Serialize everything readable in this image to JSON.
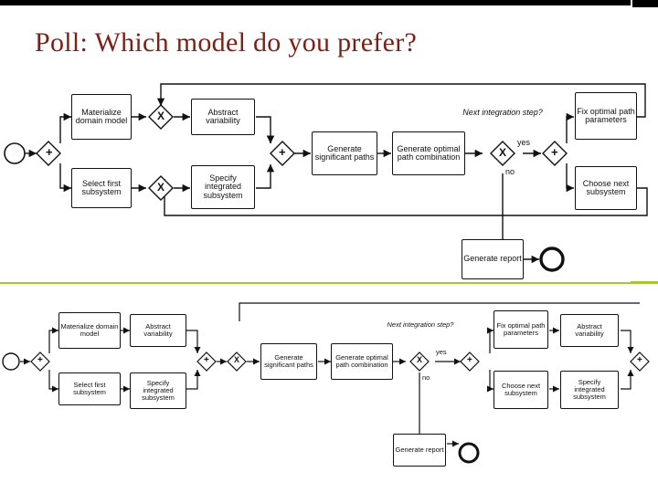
{
  "slide": {
    "title": "Poll: Which model do you prefer?",
    "title_color": "#7b2218",
    "bar_color": "#000000",
    "divider_color": "#a8c43a"
  },
  "diagram": {
    "type": "bpmn-process-flow",
    "variants": [
      {
        "name": "variant-top",
        "scale": "large",
        "nodes": [
          {
            "id": "start",
            "type": "start-event",
            "label": ""
          },
          {
            "id": "gw1",
            "type": "parallel-gateway",
            "label": "+"
          },
          {
            "id": "t1",
            "type": "task",
            "label": "Materialize domain model"
          },
          {
            "id": "t2",
            "type": "task",
            "label": "Select first subsystem"
          },
          {
            "id": "gw2",
            "type": "exclusive-gateway",
            "label": "X"
          },
          {
            "id": "gw3",
            "type": "exclusive-gateway",
            "label": "X"
          },
          {
            "id": "t3",
            "type": "task",
            "label": "Abstract variability"
          },
          {
            "id": "t4",
            "type": "task",
            "label": "Specify integrated subsystem"
          },
          {
            "id": "gw4",
            "type": "parallel-gateway",
            "label": "+"
          },
          {
            "id": "t5",
            "type": "task",
            "label": "Generate significant paths"
          },
          {
            "id": "t6",
            "type": "task",
            "label": "Generate optimal path combination"
          },
          {
            "id": "gw5",
            "type": "exclusive-gateway",
            "label": "X",
            "question": "Next integration step?"
          },
          {
            "id": "gw6",
            "type": "parallel-gateway",
            "label": "+"
          },
          {
            "id": "t7",
            "type": "task",
            "label": "Fix optimal path parameters"
          },
          {
            "id": "t8",
            "type": "task",
            "label": "Choose next subsystem"
          },
          {
            "id": "t9",
            "type": "task",
            "label": "Generate report"
          },
          {
            "id": "end",
            "type": "end-event",
            "label": ""
          }
        ],
        "flow_labels": [
          "yes",
          "no"
        ],
        "gateway_question": "Next integration step?"
      },
      {
        "name": "variant-bottom",
        "scale": "small",
        "nodes": [
          {
            "id": "start",
            "type": "start-event",
            "label": ""
          },
          {
            "id": "gw1",
            "type": "parallel-gateway",
            "label": "+"
          },
          {
            "id": "t1",
            "type": "task",
            "label": "Materialize domain model"
          },
          {
            "id": "t2",
            "type": "task",
            "label": "Select first subsystem"
          },
          {
            "id": "t3",
            "type": "task",
            "label": "Abstract variability"
          },
          {
            "id": "t4",
            "type": "task",
            "label": "Specify integrated subsystem"
          },
          {
            "id": "gw2",
            "type": "parallel-gateway",
            "label": "+"
          },
          {
            "id": "gw3",
            "type": "exclusive-gateway",
            "label": "X"
          },
          {
            "id": "t5",
            "type": "task",
            "label": "Generate significant paths"
          },
          {
            "id": "t6",
            "type": "task",
            "label": "Generate optimal path combination"
          },
          {
            "id": "gw4",
            "type": "exclusive-gateway",
            "label": "X",
            "question": "Next integration step?"
          },
          {
            "id": "gw5",
            "type": "parallel-gateway",
            "label": "+"
          },
          {
            "id": "t7",
            "type": "task",
            "label": "Fix optimal path parameters"
          },
          {
            "id": "t8",
            "type": "task",
            "label": "Abstract variability"
          },
          {
            "id": "t9",
            "type": "task",
            "label": "Choose next subsystem"
          },
          {
            "id": "t10",
            "type": "task",
            "label": "Specify integrated subsystem"
          },
          {
            "id": "gw6",
            "type": "parallel-gateway",
            "label": "+"
          },
          {
            "id": "t11",
            "type": "task",
            "label": "Generate report"
          },
          {
            "id": "end",
            "type": "end-event",
            "label": ""
          }
        ],
        "flow_labels": [
          "yes",
          "no"
        ],
        "gateway_question": "Next integration step?"
      }
    ]
  }
}
